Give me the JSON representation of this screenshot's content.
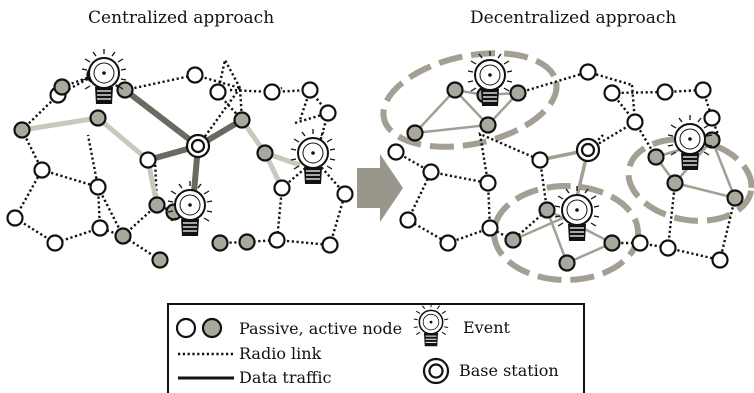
{
  "titles": {
    "centralized": "Centralized approach",
    "decentralized": "Decentralized approach"
  },
  "legend": {
    "node_label": "Passive, active node",
    "event_label": "Event",
    "radio_label": "Radio link",
    "traffic_label": "Data traffic",
    "base_label": "Base station"
  },
  "colors": {
    "active_node": "#a8a89c",
    "passive_node": "#ffffff",
    "traffic_light": "#c9c8bd",
    "traffic_dark": "#6b6a60",
    "cluster_ring": "#a39f92",
    "arrow": "#9a968c"
  }
}
